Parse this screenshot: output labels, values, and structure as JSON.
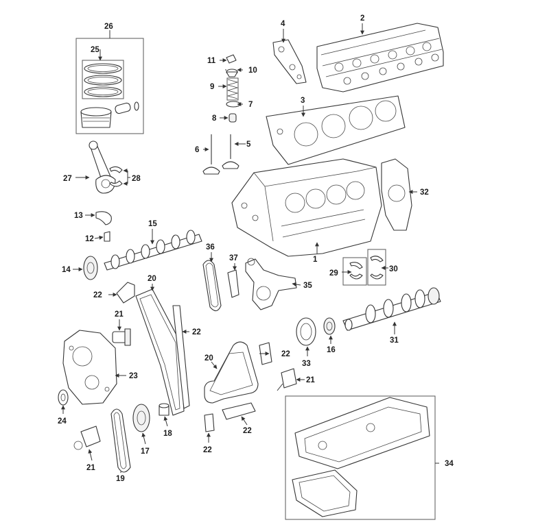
{
  "diagram": {
    "callouts": {
      "c1": "1",
      "c2": "2",
      "c3": "3",
      "c4": "4",
      "c5": "5",
      "c6": "6",
      "c7": "7",
      "c8": "8",
      "c9": "9",
      "c10": "10",
      "c11": "11",
      "c12": "12",
      "c13": "13",
      "c14": "14",
      "c15": "15",
      "c16": "16",
      "c17": "17",
      "c18": "18",
      "c19": "19",
      "c20a": "20",
      "c20b": "20",
      "c21a": "21",
      "c21b": "21",
      "c21c": "21",
      "c22a": "22",
      "c22b": "22",
      "c22c": "22",
      "c22d": "22",
      "c22e": "22",
      "c23": "23",
      "c24": "24",
      "c25": "25",
      "c26": "26",
      "c27": "27",
      "c28": "28",
      "c29": "29",
      "c30": "30",
      "c31": "31",
      "c32": "32",
      "c33": "33",
      "c34": "34",
      "c35": "35",
      "c36": "36",
      "c37": "37"
    }
  }
}
